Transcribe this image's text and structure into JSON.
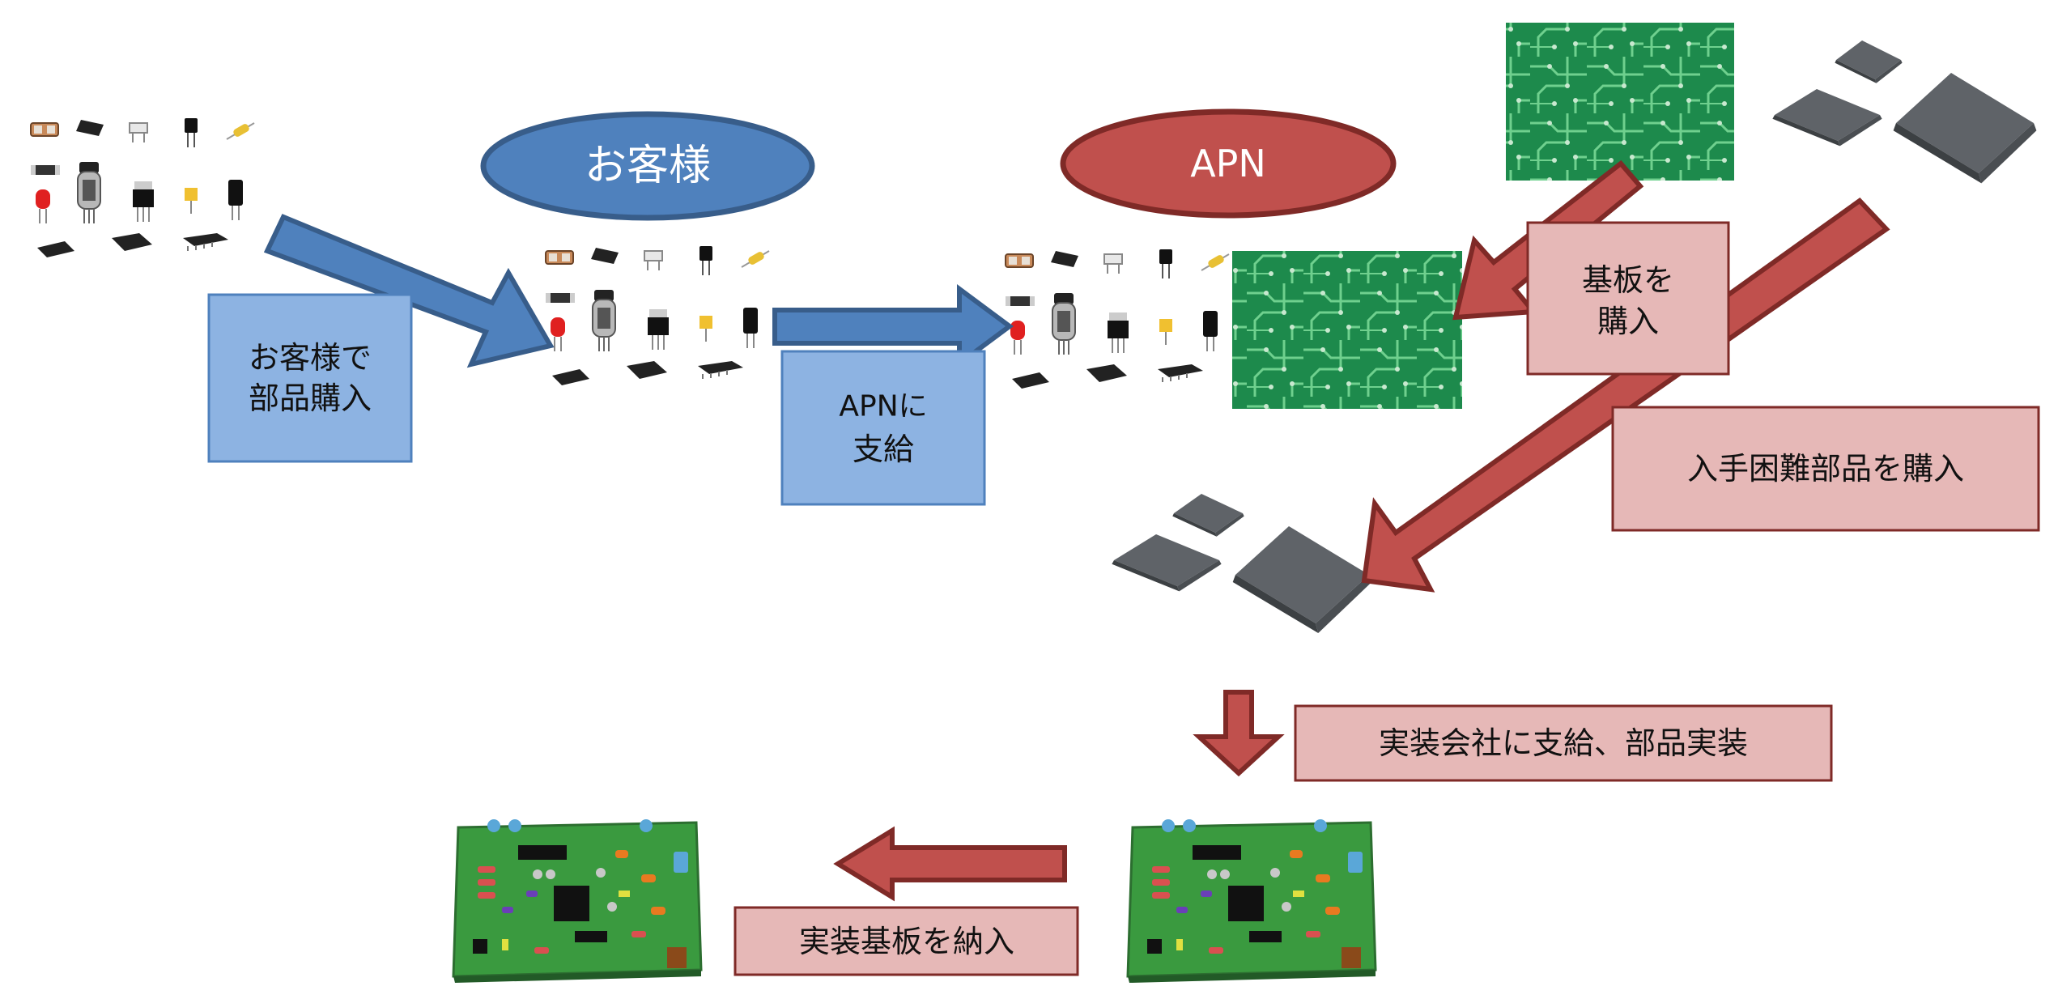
{
  "nodes": {
    "customer": "お客様",
    "apn": "APN"
  },
  "labels": {
    "customer_purchase": [
      "お客様で",
      "部品購入"
    ],
    "supply_to_apn": [
      "APNに",
      "支給"
    ],
    "buy_board": [
      "基板を",
      "購入"
    ],
    "buy_hard_to_get": "入手困難部品を購入",
    "assembly": "実装会社に支給、部品実装",
    "deliver": "実装基板を納入"
  },
  "colors": {
    "customer_blue": "#4F81BD",
    "customer_blue_dark": "#385D8A",
    "label_blue_fill": "#8DB3E2",
    "apn_red": "#C0504D",
    "apn_red_dark": "#7F2A27",
    "label_pink_fill": "#E6B8B7",
    "pcb_green": "#1F8A4C",
    "chip_gray": "#5F6368"
  },
  "icons": {
    "parts_assortment": "electronic-components-icon",
    "circuit_board": "circuit-board-icon",
    "ic_chips": "ic-chip-icon",
    "assembled_board": "assembled-pcb-icon"
  }
}
